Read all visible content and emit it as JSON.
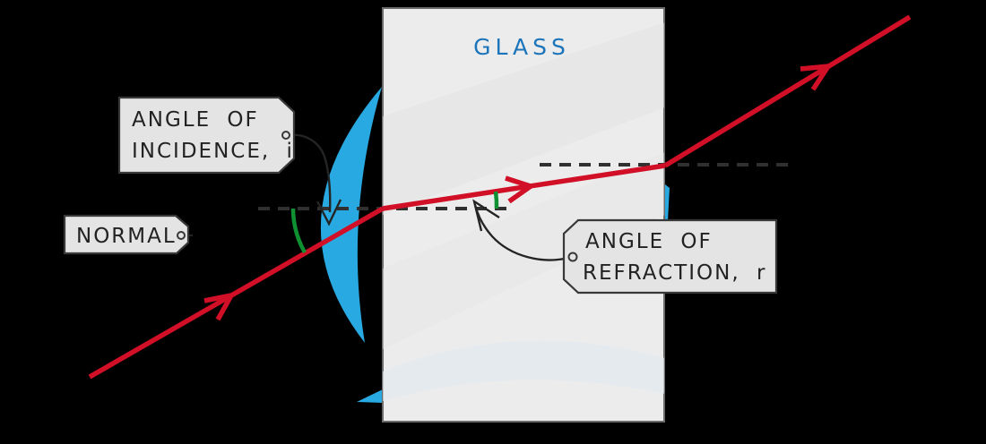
{
  "diagram": {
    "glass_label": "GLASS",
    "tags": {
      "incidence": {
        "line1": "ANGLE OF",
        "line2": "INCIDENCE, i"
      },
      "normal": {
        "line1": "NORMAL"
      },
      "refraction": {
        "line1": "ANGLE OF",
        "line2": "REFRACTION, r"
      }
    },
    "colors": {
      "background": "#000000",
      "ray": "#d10f27",
      "logo_blue": "#29a9e1",
      "arc_green": "#0f9132",
      "glass_fill": "#ececec",
      "glass_edge": "#6b6b6b",
      "glass_text": "#1c75bb",
      "dash": "#303030",
      "tag_fill": "#e4e4e4",
      "tag_border": "#383838",
      "tag_text": "#222222",
      "pointer": "#242424"
    }
  }
}
